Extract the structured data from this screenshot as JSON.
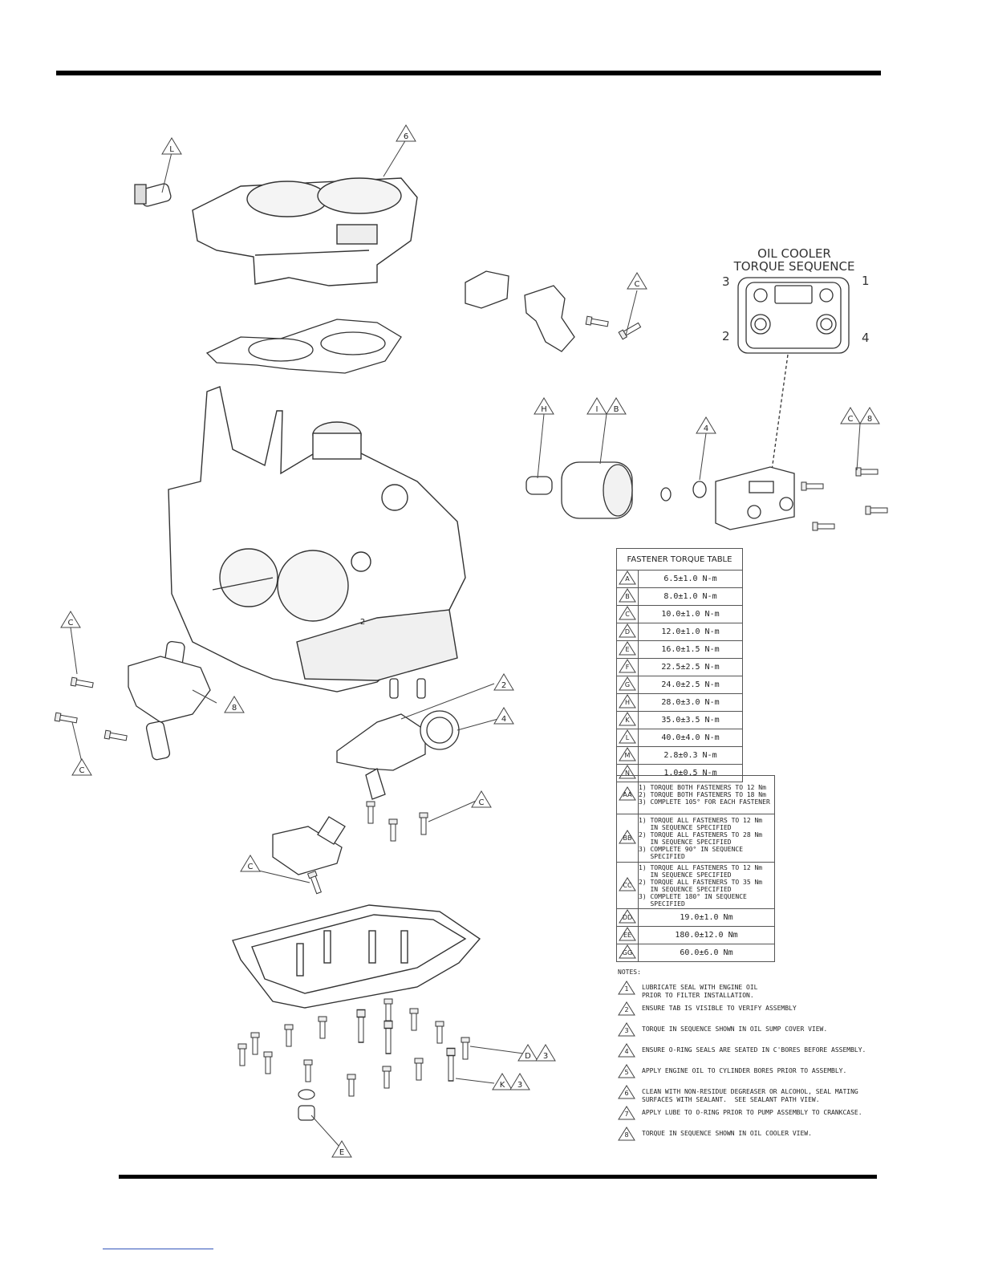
{
  "callouts": {
    "L": "L",
    "six": "6",
    "C1": "C",
    "H": "H",
    "I": "I",
    "B": "B",
    "four1": "4",
    "C2": "C",
    "B2": "8",
    "C3": "C",
    "eight1": "8",
    "C4": "C",
    "two": "2",
    "four2": "4",
    "C5": "C",
    "C6": "C",
    "D": "D",
    "three1": "3",
    "K": "K",
    "three2": "3",
    "E": "E",
    "two_small": "2"
  },
  "oil_cooler": {
    "title_line1": "OIL COOLER",
    "title_line2": "TORQUE SEQUENCE",
    "n1": "1",
    "n2": "2",
    "n3": "3",
    "n4": "4"
  },
  "torque_table": {
    "header": "FASTENER TORQUE TABLE",
    "rows": [
      {
        "key": "A",
        "value": "6.5±1.0 N-m"
      },
      {
        "key": "B",
        "value": "8.0±1.0 N-m"
      },
      {
        "key": "C",
        "value": "10.0±1.0 N-m"
      },
      {
        "key": "D",
        "value": "12.0±1.0 N-m"
      },
      {
        "key": "E",
        "value": "16.0±1.5 N-m"
      },
      {
        "key": "F",
        "value": "22.5±2.5 N-m"
      },
      {
        "key": "G",
        "value": "24.0±2.5 N-m"
      },
      {
        "key": "H",
        "value": "28.0±3.0 N-m"
      },
      {
        "key": "K",
        "value": "35.0±3.5 N-m"
      },
      {
        "key": "L",
        "value": "40.0±4.0 N-m"
      },
      {
        "key": "M",
        "value": "2.8±0.3 N-m"
      },
      {
        "key": "N",
        "value": "1.0±0.5 N-m"
      }
    ],
    "multi": [
      {
        "key": "AA",
        "text": "1) TORQUE BOTH FASTENERS TO 12 Nm\n2) TORQUE BOTH FASTENERS TO 18 Nm\n3) COMPLETE 105° FOR EACH FASTENER"
      },
      {
        "key": "BB",
        "text": "1) TORQUE ALL FASTENERS TO 12 Nm\n   IN SEQUENCE SPECIFIED\n2) TORQUE ALL FASTENERS TO 28 Nm\n   IN SEQUENCE SPECIFIED\n3) COMPLETE 90° IN SEQUENCE\n   SPECIFIED"
      },
      {
        "key": "CC",
        "text": "1) TORQUE ALL FASTENERS TO 12 Nm\n   IN SEQUENCE SPECIFIED\n2) TORQUE ALL FASTENERS TO 35 Nm\n   IN SEQUENCE SPECIFIED\n3) COMPLETE 180° IN SEQUENCE\n   SPECIFIED"
      }
    ],
    "extra": [
      {
        "key": "DD",
        "value": "19.0±1.0 Nm"
      },
      {
        "key": "EE",
        "value": "180.0±12.0 Nm"
      },
      {
        "key": "GG",
        "value": "60.0±6.0 Nm"
      }
    ]
  },
  "notes": {
    "title": "NOTES:",
    "items": [
      {
        "num": "1",
        "text": "LUBRICATE SEAL WITH ENGINE OIL\nPRIOR TO FILTER INSTALLATION."
      },
      {
        "num": "2",
        "text": "ENSURE TAB IS VISIBLE TO VERIFY ASSEMBLY"
      },
      {
        "num": "3",
        "text": "TORQUE IN SEQUENCE SHOWN IN OIL SUMP COVER VIEW."
      },
      {
        "num": "4",
        "text": "ENSURE O-RING SEALS ARE SEATED IN C'BORES BEFORE ASSEMBLY."
      },
      {
        "num": "5",
        "text": "APPLY ENGINE OIL TO CYLINDER BORES PRIOR TO ASSEMBLY."
      },
      {
        "num": "6",
        "text": "CLEAN WITH NON-RESIDUE DEGREASER OR ALCOHOL, SEAL MATING\nSURFACES WITH SEALANT.  SEE SEALANT PATH VIEW."
      },
      {
        "num": "7",
        "text": "APPLY LUBE TO O-RING PRIOR TO PUMP ASSEMBLY TO CRANKCASE."
      },
      {
        "num": "8",
        "text": "TORQUE IN SEQUENCE SHOWN IN OIL COOLER VIEW."
      }
    ]
  }
}
